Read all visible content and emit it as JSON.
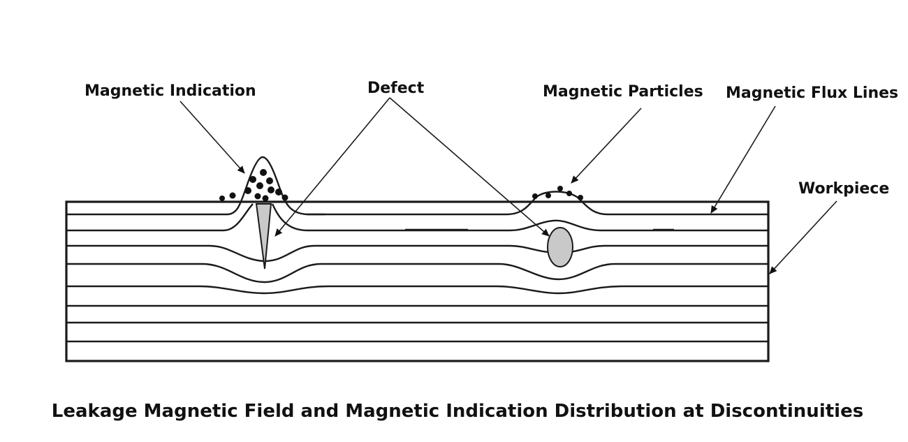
{
  "labels": {
    "magnetic_indication": "Magnetic Indication",
    "defect": "Defect",
    "magnetic_particles": "Magnetic Particles",
    "magnetic_flux_lines": "Magnetic Flux Lines",
    "workpiece": "Workpiece"
  },
  "caption": "Leakage Magnetic Field and Magnetic Indication Distribution at Discontinuities",
  "colors": {
    "line": "#1a1a1a",
    "defect_fill": "#c9c9c9",
    "text": "#111111"
  }
}
